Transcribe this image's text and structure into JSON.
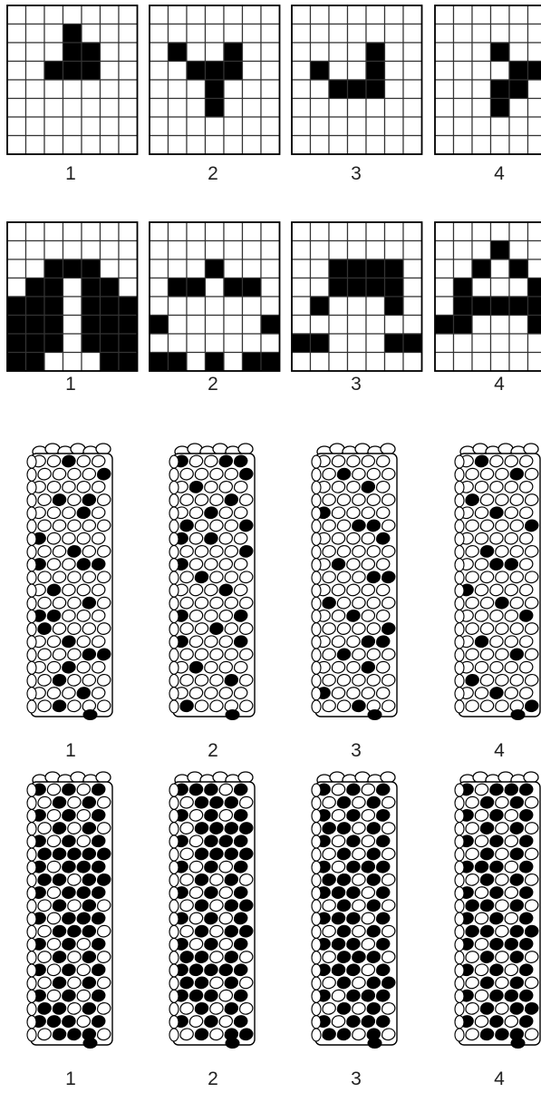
{
  "colors": {
    "ink": "#000000",
    "paper": "#ffffff",
    "grid": "#333333",
    "label": "#222222"
  },
  "rows": [
    {
      "kind": "grid",
      "labels": [
        "1",
        "2",
        "3",
        "4"
      ],
      "patterns": [
        [
          "0000000",
          "0001000",
          "0001100",
          "0011100",
          "0000000",
          "0000000",
          "0000000",
          "0000000"
        ],
        [
          "0000000",
          "0000000",
          "0100100",
          "0011100",
          "0001000",
          "0001000",
          "0000000",
          "0000000"
        ],
        [
          "0000000",
          "0000000",
          "0000100",
          "0100100",
          "0011100",
          "0000000",
          "0000000",
          "0000000"
        ],
        [
          "0000000",
          "0000000",
          "0001000",
          "0000110",
          "0001100",
          "0001000",
          "0000000",
          "0000000"
        ]
      ]
    },
    {
      "kind": "grid",
      "labels": [
        "1",
        "2",
        "3",
        "4"
      ],
      "patterns": [
        [
          "0000000",
          "0000000",
          "0011100",
          "0110110",
          "1110111",
          "1110111",
          "1110111",
          "1100011"
        ],
        [
          "0000000",
          "0000000",
          "0001000",
          "0110110",
          "0000000",
          "1000001",
          "0000000",
          "1101011"
        ],
        [
          "0000000",
          "0000000",
          "0011110",
          "0011110",
          "0100010",
          "0000000",
          "1100011",
          "0000000"
        ],
        [
          "0000000",
          "0001000",
          "0010100",
          "0100010",
          "0111110",
          "1100011",
          "0000000",
          "0000000"
        ]
      ]
    },
    {
      "kind": "tube",
      "labels": [
        "1",
        "2",
        "3",
        "4"
      ],
      "fill_pattern": "sparse"
    },
    {
      "kind": "tube",
      "labels": [
        "1",
        "2",
        "3",
        "4"
      ],
      "fill_pattern": "dense"
    }
  ]
}
